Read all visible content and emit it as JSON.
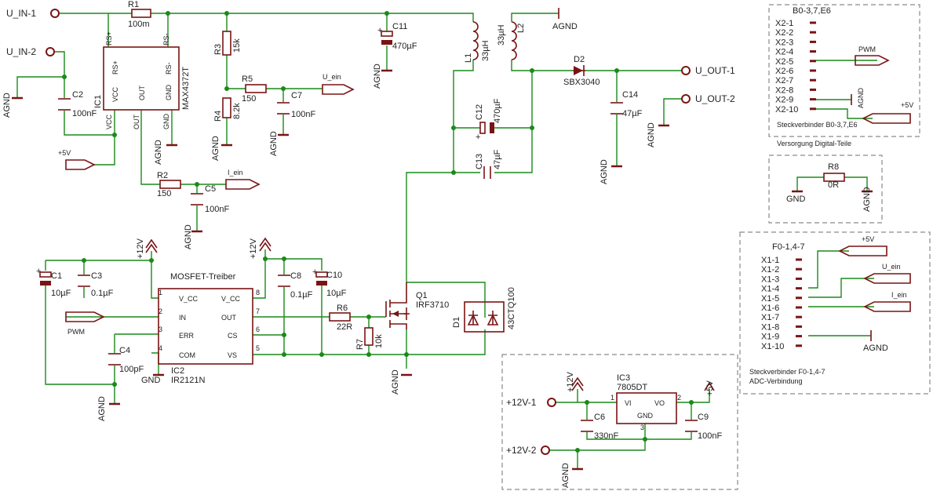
{
  "ports": {
    "u_in_1": "U_IN-1",
    "u_in_2": "U_IN-2",
    "u_out_1": "U_OUT-1",
    "u_out_2": "U_OUT-2",
    "p12v_1": "+12V-1",
    "p12v_2": "+12V-2"
  },
  "nets": {
    "agnd": "AGND",
    "gnd": "GND",
    "p5v": "+5V",
    "p12v": "+12V",
    "u_ein": "U_ein",
    "i_ein": "I_ein",
    "pwm": "PWM"
  },
  "parts": {
    "r1": {
      "name": "R1",
      "value": "100m"
    },
    "r2": {
      "name": "R2",
      "value": "150"
    },
    "r3": {
      "name": "R3",
      "value": "15k"
    },
    "r4": {
      "name": "R4",
      "value": "8.2k"
    },
    "r5": {
      "name": "R5",
      "value": "150"
    },
    "r6": {
      "name": "R6",
      "value": "22R"
    },
    "r7": {
      "name": "R7",
      "value": "10k"
    },
    "r8": {
      "name": "R8",
      "value": "0R"
    },
    "c1": {
      "name": "C1",
      "value": "10µF"
    },
    "c2": {
      "name": "C2",
      "value": "100nF"
    },
    "c3": {
      "name": "C3",
      "value": "0.1µF"
    },
    "c4": {
      "name": "C4",
      "value": "100pF"
    },
    "c5": {
      "name": "C5",
      "value": "100nF"
    },
    "c6": {
      "name": "C6",
      "value": "330nF"
    },
    "c7": {
      "name": "C7",
      "value": "100nF"
    },
    "c8": {
      "name": "C8",
      "value": "0.1µF"
    },
    "c9": {
      "name": "C9",
      "value": "100nF"
    },
    "c10": {
      "name": "C10",
      "value": "10µF"
    },
    "c11": {
      "name": "C11",
      "value": "470µF"
    },
    "c12": {
      "name": "C12",
      "value": "470µF"
    },
    "c13": {
      "name": "C13",
      "value": "47µF"
    },
    "c14": {
      "name": "C14",
      "value": "47µF"
    },
    "l1": {
      "name": "L1",
      "value": "33µH"
    },
    "l2": {
      "name": "L2",
      "value": "33µH"
    },
    "d1": {
      "name": "D1",
      "value": "43CTQ100"
    },
    "d2": {
      "name": "D2",
      "value": "SBX3040"
    },
    "q1": {
      "name": "Q1",
      "value": "IRF3710"
    }
  },
  "ic1": {
    "name": "IC1",
    "value": "MAX4372T",
    "pins": {
      "rsp_out": "RS+",
      "rsm_out": "RS-",
      "rsp": "RS+",
      "rsm": "RS-",
      "vcc": "VCC",
      "out": "OUT",
      "gnd": "GND",
      "vcc_out": "VCC",
      "out_out": "OUT",
      "gnd_out": "GND"
    }
  },
  "ic2": {
    "title": "MOSFET-Treiber",
    "name": "IC2",
    "value": "IR2121N",
    "pins": [
      {
        "num": "1",
        "label": "V_CC"
      },
      {
        "num": "2",
        "label": "IN"
      },
      {
        "num": "3",
        "label": "ERR"
      },
      {
        "num": "4",
        "label": "COM"
      },
      {
        "num": "8",
        "label": "V_CC"
      },
      {
        "num": "7",
        "label": "OUT"
      },
      {
        "num": "6",
        "label": "CS"
      },
      {
        "num": "5",
        "label": "VS"
      }
    ]
  },
  "ic3": {
    "name": "IC3",
    "value": "7805DT",
    "pins": {
      "vi": "VI",
      "vo": "VO",
      "gnd": "GND",
      "n1": "1",
      "n2": "2",
      "n3": "3"
    }
  },
  "conn_b": {
    "title": "B0-3,7,E6",
    "pins": [
      "X2-1",
      "X2-2",
      "X2-3",
      "X2-4",
      "X2-5",
      "X2-6",
      "X2-7",
      "X2-8",
      "X2-9",
      "X2-10"
    ],
    "caption1": "Steckverbinder B0-3,7,E6",
    "caption2": "Versorgung Digital-Teile"
  },
  "conn_f": {
    "title": "F0-1,4-7",
    "pins": [
      "X1-1",
      "X1-2",
      "X1-3",
      "X1-4",
      "X1-5",
      "X1-6",
      "X1-7",
      "X1-8",
      "X1-9",
      "X1-10"
    ],
    "caption1": "Steckverbinder F0-1,4-7",
    "caption2": "ADC-Verbindung"
  },
  "colors": {
    "wire": "#1a8a1a",
    "part": "#7a1414",
    "frame": "#8a8a8a"
  }
}
